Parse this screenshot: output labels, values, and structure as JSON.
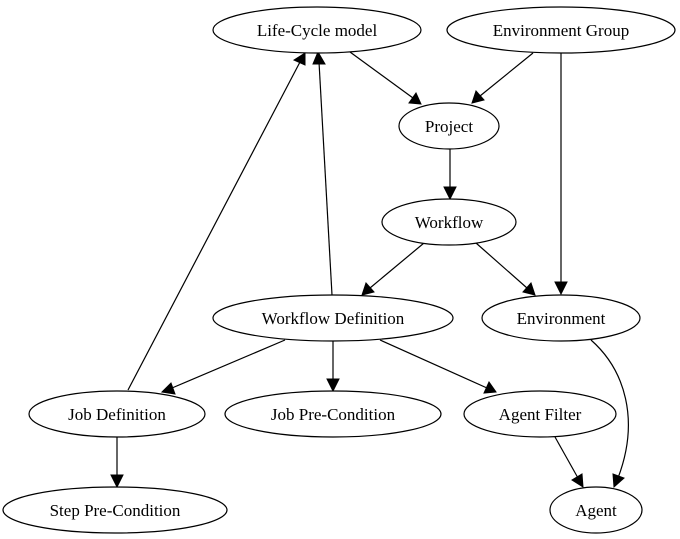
{
  "nodes": {
    "lifecycle": "Life-Cycle model",
    "envgroup": "Environment Group",
    "project": "Project",
    "workflow": "Workflow",
    "wfdef": "Workflow Definition",
    "environment": "Environment",
    "jobdef": "Job Definition",
    "jobpre": "Job Pre-Condition",
    "agentfilter": "Agent Filter",
    "steppre": "Step Pre-Condition",
    "agent": "Agent"
  },
  "edges": [
    {
      "from": "lifecycle",
      "to": "project"
    },
    {
      "from": "envgroup",
      "to": "project"
    },
    {
      "from": "envgroup",
      "to": "environment"
    },
    {
      "from": "project",
      "to": "workflow"
    },
    {
      "from": "workflow",
      "to": "wfdef"
    },
    {
      "from": "workflow",
      "to": "environment"
    },
    {
      "from": "wfdef",
      "to": "lifecycle"
    },
    {
      "from": "wfdef",
      "to": "jobdef"
    },
    {
      "from": "wfdef",
      "to": "jobpre"
    },
    {
      "from": "wfdef",
      "to": "agentfilter"
    },
    {
      "from": "jobdef",
      "to": "lifecycle"
    },
    {
      "from": "jobdef",
      "to": "steppre"
    },
    {
      "from": "environment",
      "to": "agent"
    },
    {
      "from": "agentfilter",
      "to": "agent"
    }
  ]
}
